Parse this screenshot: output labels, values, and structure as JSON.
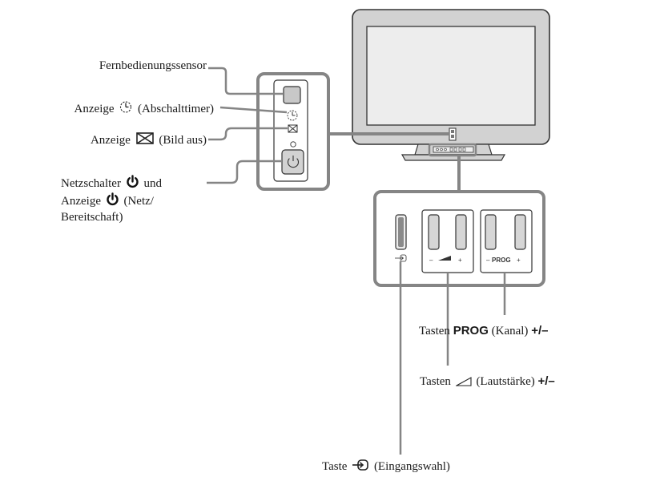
{
  "labels": {
    "sensor": "Fernbedienungssensor",
    "timer_prefix": "Anzeige",
    "timer_suffix": "(Abschalttimer)",
    "picture_off_prefix": "Anzeige",
    "picture_off_suffix": "(Bild aus)",
    "power_line1_prefix": "Netzschalter",
    "power_line1_suffix": "und",
    "power_line2_prefix": "Anzeige",
    "power_line2_suffix": "(Netz/",
    "power_line3": "Bereitschaft)",
    "prog_prefix": "Tasten",
    "prog_bold": "PROG",
    "prog_suffix": "(Kanal)",
    "prog_plusminus": "+/–",
    "volume_prefix": "Tasten",
    "volume_suffix": "(Lautstärke)",
    "volume_plusminus": "+/–",
    "input_prefix": "Taste",
    "input_suffix": "(Eingangswahl)"
  },
  "button_panel": {
    "volume_minus": "–",
    "volume_plus": "+",
    "prog_minus": "–",
    "prog_text": "PROG",
    "prog_plus": "+"
  },
  "icons": {
    "timer": "timer-icon",
    "picture_off": "picture-off-icon",
    "power": "power-icon",
    "volume": "volume-icon",
    "input": "input-select-icon"
  },
  "colors": {
    "frame": "#858585",
    "tv_body": "#d2d2d2",
    "screen": "#ededed",
    "line": "#555555"
  }
}
